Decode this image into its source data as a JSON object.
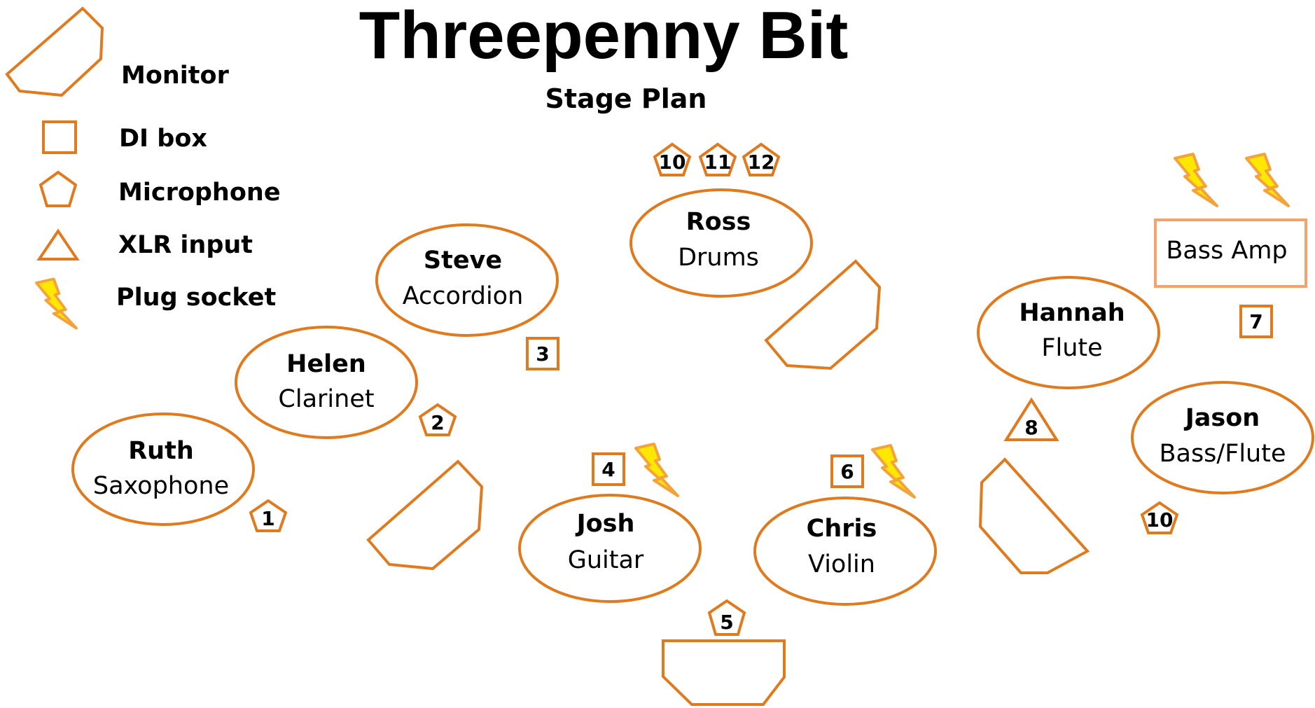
{
  "title": "Threepenny Bit",
  "subtitle": "Stage Plan",
  "colors": {
    "accent": "#e07a1f",
    "bolt_fill": "#ffe800",
    "bolt_stroke": "#f4a23c",
    "amp_stroke": "#f4a46a"
  },
  "legend": {
    "monitor": "Monitor",
    "di_box": "DI box",
    "microphone": "Microphone",
    "xlr_input": "XLR input",
    "plug_socket": "Plug socket"
  },
  "performers": {
    "ruth": {
      "name": "Ruth",
      "instrument": "Saxophone"
    },
    "helen": {
      "name": "Helen",
      "instrument": "Clarinet"
    },
    "steve": {
      "name": "Steve",
      "instrument": "Accordion"
    },
    "ross": {
      "name": "Ross",
      "instrument": "Drums"
    },
    "josh": {
      "name": "Josh",
      "instrument": "Guitar"
    },
    "chris": {
      "name": "Chris",
      "instrument": "Violin"
    },
    "hannah": {
      "name": "Hannah",
      "instrument": "Flute"
    },
    "jason": {
      "name": "Jason",
      "instrument": "Bass/Flute"
    }
  },
  "bass_amp": "Bass Amp",
  "inputs": {
    "mic_1": "1",
    "mic_2": "2",
    "di_3": "3",
    "di_4": "4",
    "mic_5": "5",
    "di_6": "6",
    "di_7": "7",
    "xlr_8": "8",
    "mic_10_drums": "10",
    "mic_11": "11",
    "mic_12": "12",
    "mic_10_jason": "10"
  }
}
